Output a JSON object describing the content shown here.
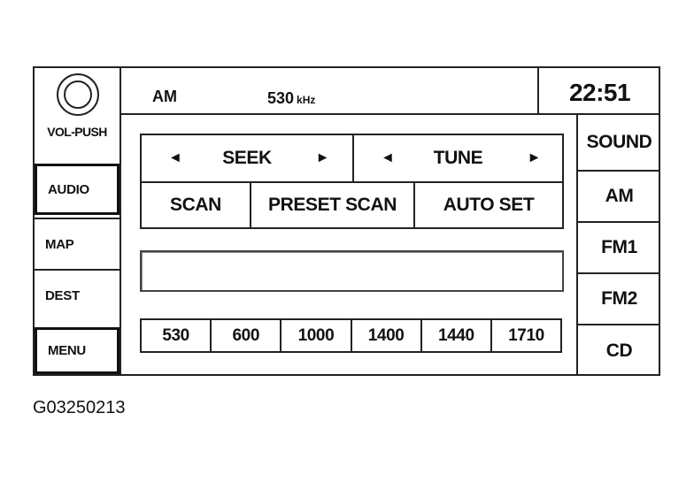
{
  "status": {
    "band": "AM",
    "frequency": "530",
    "frequency_unit": "kHz",
    "clock": "22:51"
  },
  "left_menu": {
    "knob_label": "VOL-PUSH",
    "items": [
      {
        "label": "AUDIO",
        "selected": true
      },
      {
        "label": "MAP",
        "selected": false
      },
      {
        "label": "DEST",
        "selected": false
      },
      {
        "label": "MENU",
        "selected": true
      }
    ]
  },
  "right_menu": {
    "items": [
      "SOUND",
      "AM",
      "FM1",
      "FM2",
      "CD"
    ]
  },
  "controls": {
    "seek_label": "SEEK",
    "tune_label": "TUNE",
    "left_arrow": "◄",
    "right_arrow": "►",
    "scan_label": "SCAN",
    "preset_scan_label": "PRESET SCAN",
    "auto_set_label": "AUTO SET"
  },
  "message_display": "",
  "presets": [
    "530",
    "600",
    "1000",
    "1400",
    "1440",
    "1710"
  ],
  "caption": "G03250213"
}
